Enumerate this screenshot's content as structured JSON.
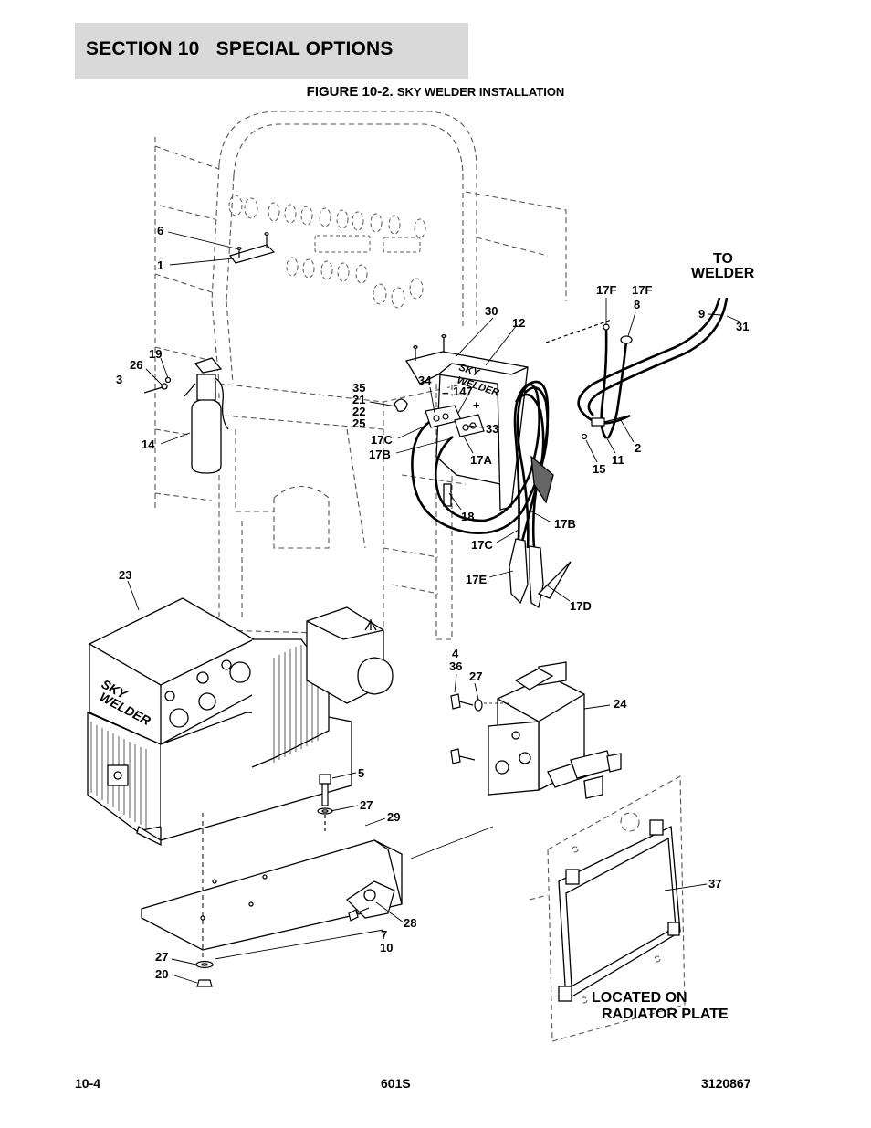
{
  "header": {
    "section": "SECTION 10   SPECIAL OPTIONS"
  },
  "figure": {
    "prefix": "FIGURE 10-2.",
    "title": "SKY WELDER INSTALLATION"
  },
  "callouts": {
    "c6": "6",
    "c1": "1",
    "c30": "30",
    "c12": "12",
    "c19": "19",
    "c26": "26",
    "c3": "3",
    "c14": "14",
    "c35": "35",
    "c21": "21",
    "c22": "22",
    "c25": "25",
    "c34": "34",
    "c147": "147",
    "c33": "33",
    "c17C_a": "17C",
    "c17B_a": "17B",
    "c17A": "17A",
    "c18": "18",
    "c17B_b": "17B",
    "c17C_b": "17C",
    "c17E": "17E",
    "c17D": "17D",
    "c17F_a": "17F",
    "c17F_b": "17F",
    "c8": "8",
    "c9": "9",
    "c31": "31",
    "c2": "2",
    "c11": "11",
    "c15": "15",
    "c23": "23",
    "c4": "4",
    "c36": "36",
    "c27_a": "27",
    "c24": "24",
    "c5": "5",
    "c27_b": "27",
    "c29": "29",
    "c28": "28",
    "c7": "7",
    "c10": "10",
    "c27_c": "27",
    "c20": "20",
    "c37": "37"
  },
  "notes": {
    "to_welder_1": "TO",
    "to_welder_2": "WELDER",
    "located_1": "LOCATED ON",
    "located_2": "RADIATOR PLATE"
  },
  "logos": {
    "sky_1": "SKY",
    "sky_2": "WELDER"
  },
  "symbols": {
    "minus": "−",
    "plus": "+"
  },
  "footer": {
    "page": "10-4",
    "model": "601S",
    "part": "3120867"
  }
}
